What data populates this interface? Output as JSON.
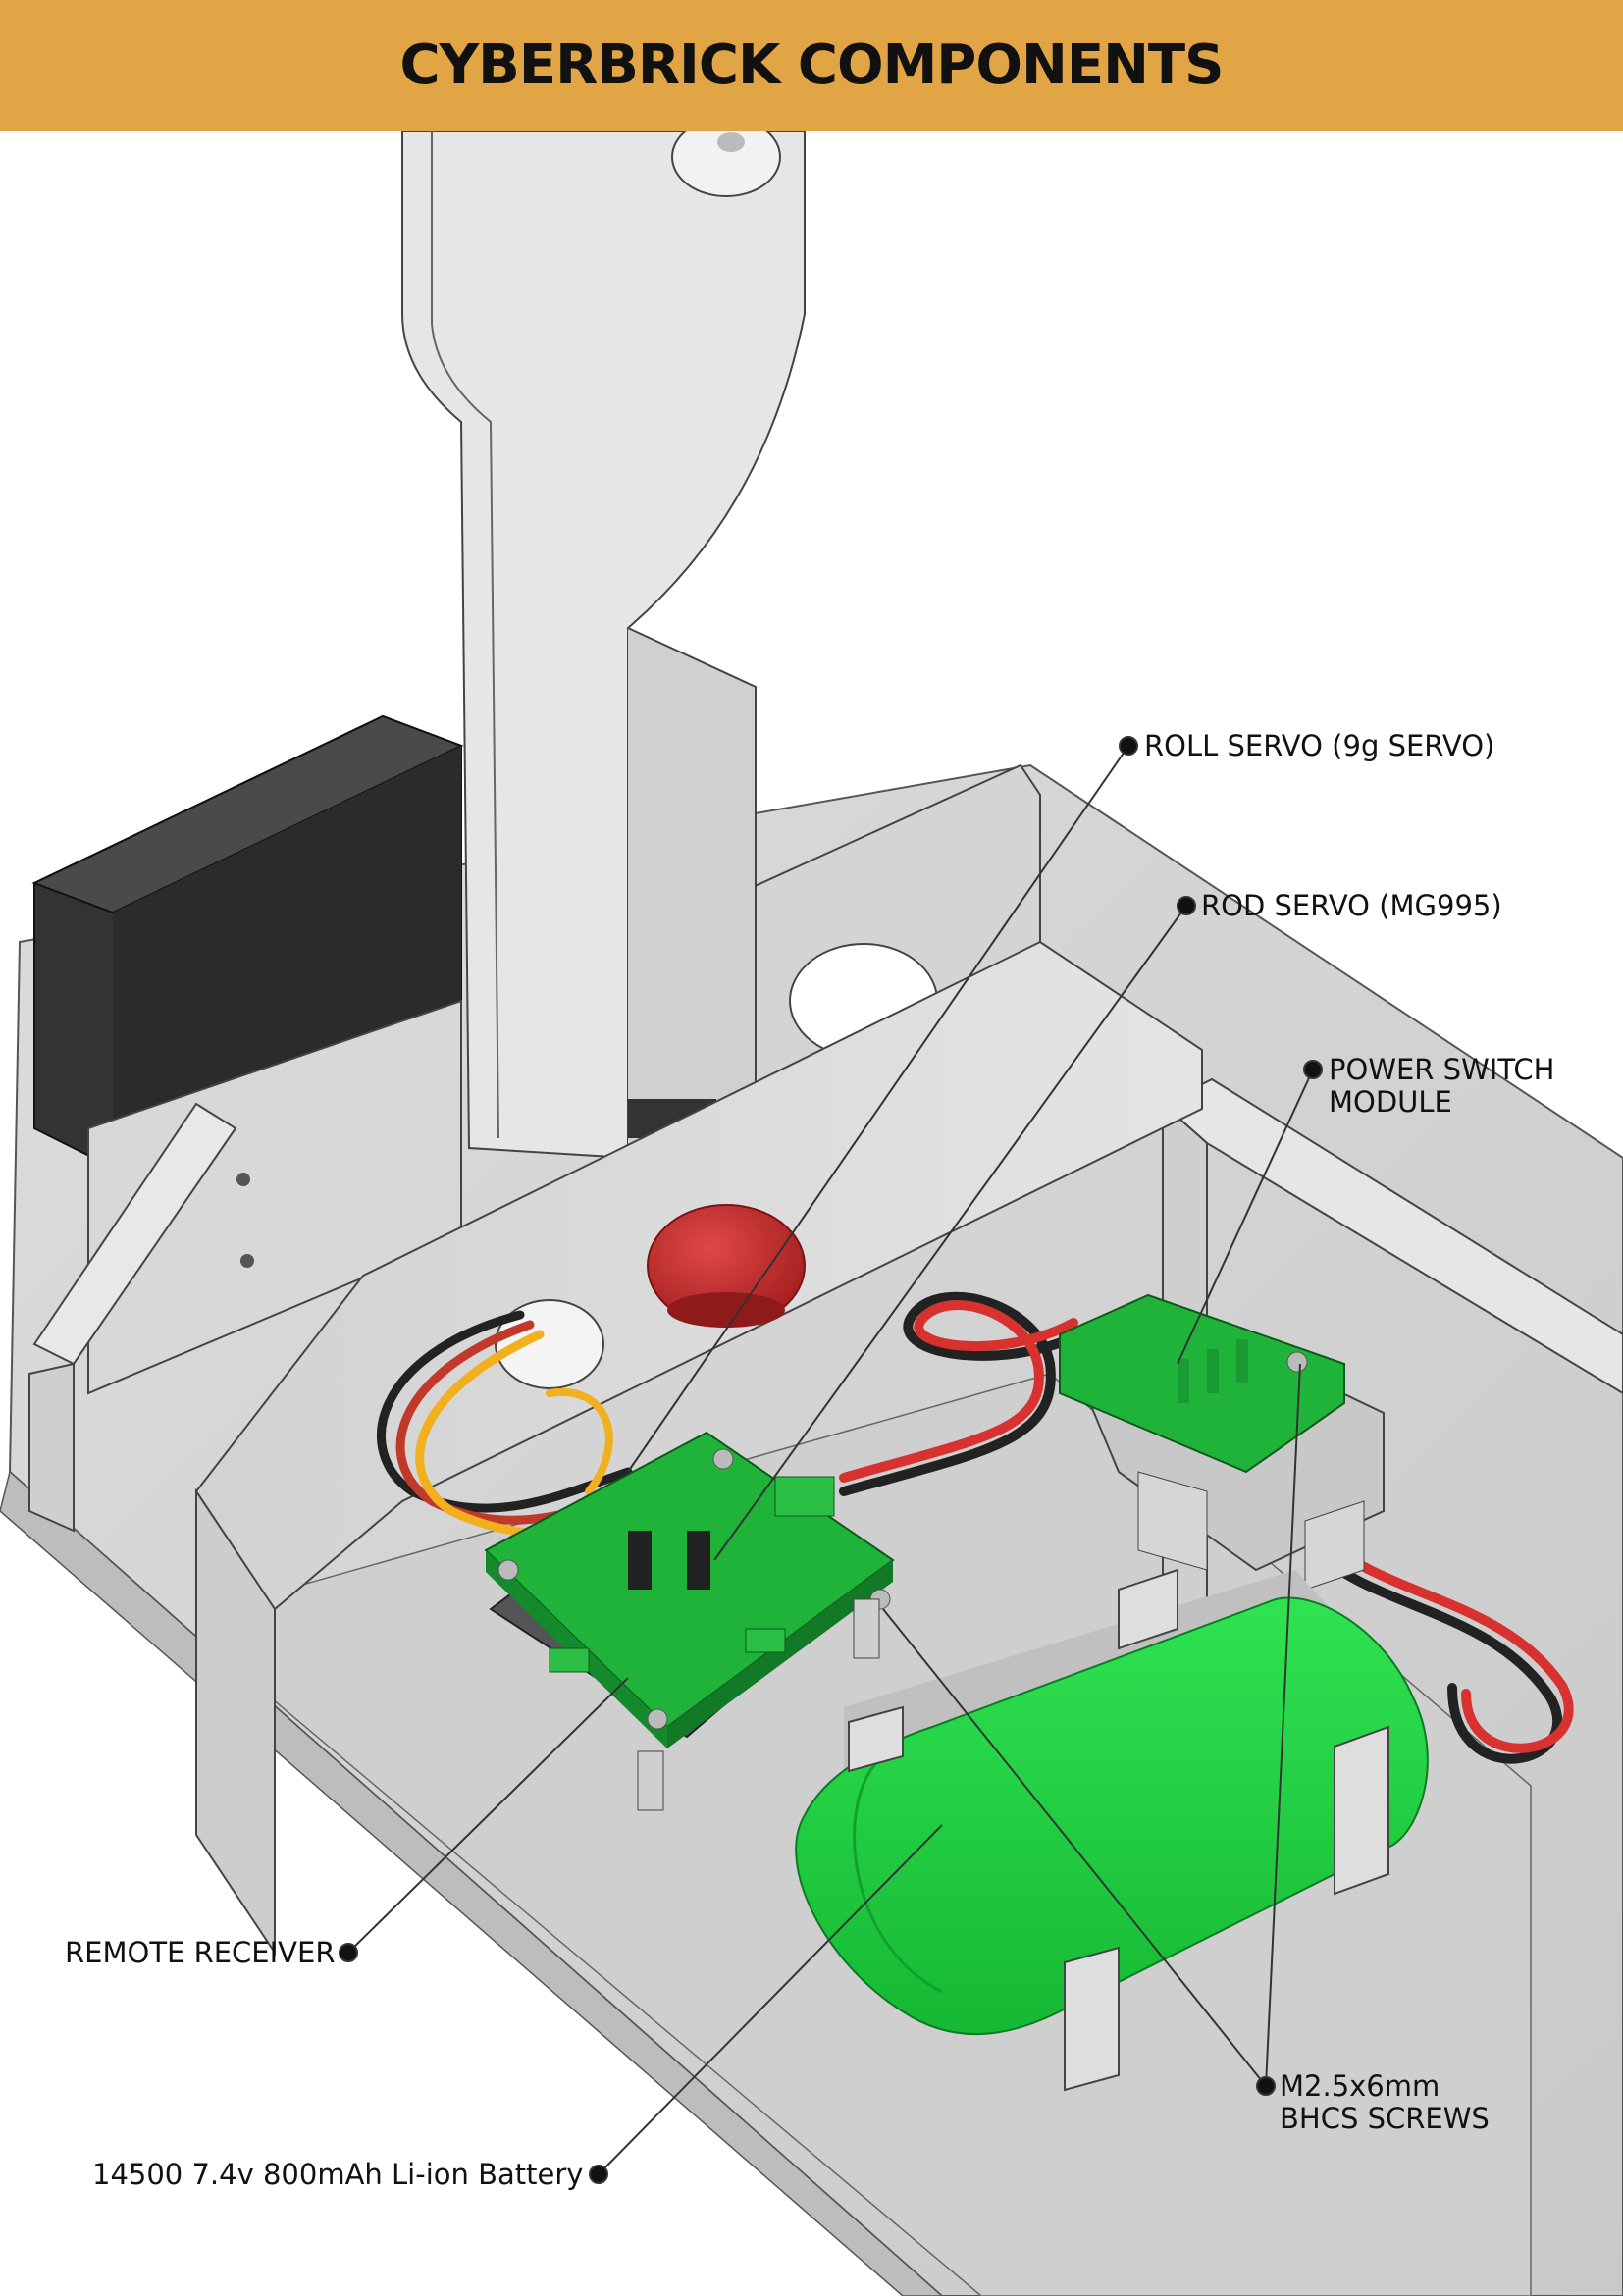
{
  "header": {
    "title": "CYBERBRICK COMPONENTS",
    "background_color": "#e2a545"
  },
  "callouts": {
    "roll_servo": "ROLL SERVO (9g SERVO)",
    "rod_servo": "ROD SERVO (MG995)",
    "power_switch_line1": "POWER SWITCH",
    "power_switch_line2": "MODULE",
    "remote_receiver": "REMOTE RECEIVER",
    "screws_line1": "M2.5x6mm",
    "screws_line2": "BHCS SCREWS",
    "battery": "14500 7.4v 800mAh Li-ion Battery"
  },
  "colors": {
    "pcb_green": "#1fb33a",
    "battery_green": "#1fcf3f",
    "knob_red": "#c42a2a",
    "servo_black": "#3a3a3a",
    "housing_grey": "#d9d9d9"
  }
}
